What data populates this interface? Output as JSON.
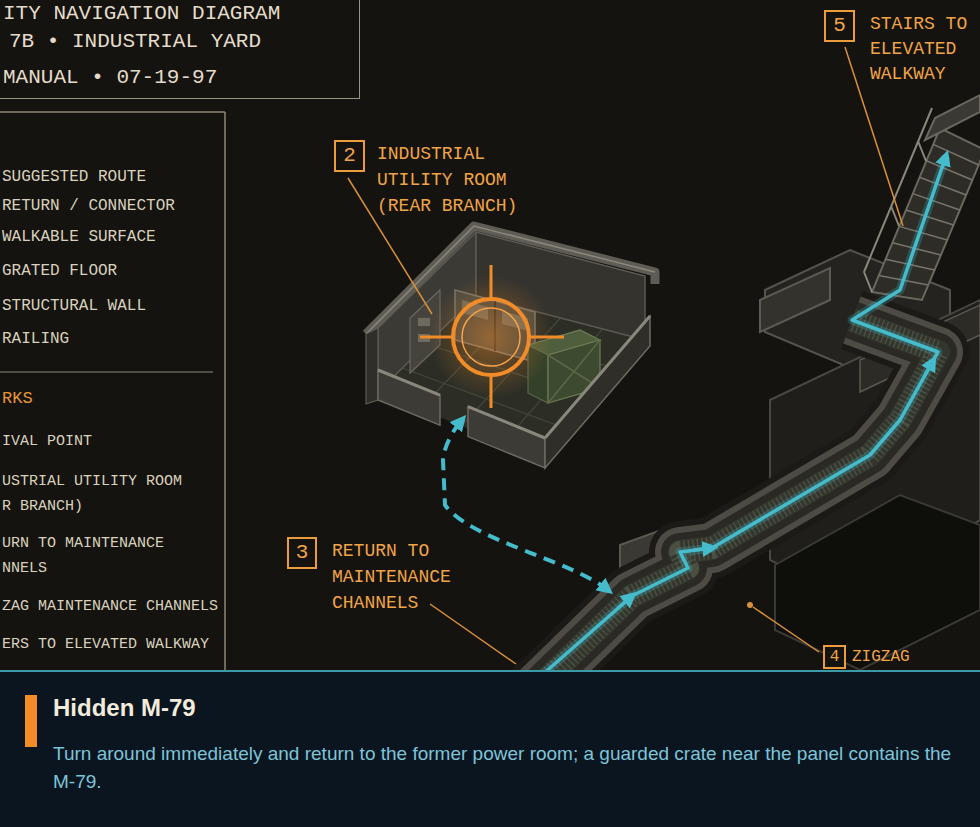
{
  "diagram": {
    "nodes": [
      {
        "text": [
          "ITY NAVIGATION DIAGRAM",
          "7B • INDUSTRIAL YARD",
          "MANUAL • 07-19-97"
        ]
      },
      {
        "text": [
          "5"
        ]
      },
      {
        "text": [
          "2"
        ]
      },
      {
        "text": [
          "3"
        ]
      },
      {
        "text": [
          "4"
        ]
      },
      {
        "text": [
          "Hidden M-79",
          "Turn around immediately and return to the former power room; a guarded crate near the panel contains the M-79."
        ]
      }
    ],
    "labels": [
      "STAIRS TO ELEVATED WALKWAY",
      "INDUSTRIAL UTILITY ROOM (REAR BRANCH)",
      "RKS",
      "IVAL POINT",
      "USTRIAL UTILITY ROOM R BRANCH)",
      "URN TO MAINTENANCE NNELS",
      "RETURN TO MAINTENANCE CHANNELS",
      "ZAG MAINTENANCE CHANNELS",
      "ERS TO ELEVATED WALKWAY",
      "ZIGZAG"
    ],
    "legend": [
      {
        "text": "SUGGESTED ROUTE"
      },
      {
        "text": "RETURN / CONNECTOR"
      },
      {
        "text": "WALKABLE SURFACE"
      },
      {
        "text": "GRATED FLOOR"
      },
      {
        "text": "STRUCTURAL WALL"
      },
      {
        "text": "RAILING"
      }
    ]
  }
}
